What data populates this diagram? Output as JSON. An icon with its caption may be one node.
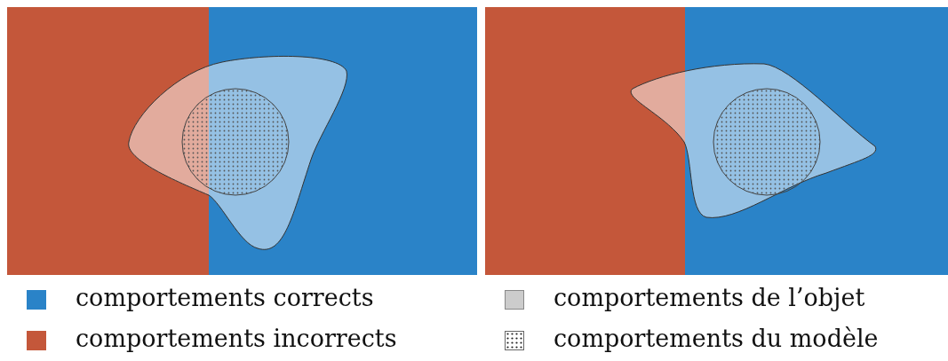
{
  "diagram": {
    "legend": [
      {
        "text": "comportements corrects",
        "color": "#2a83c8"
      },
      {
        "text": "comportements incorrects",
        "color": "#c4573a"
      },
      {
        "text": "comportements de l’objet",
        "color": "#cccccc"
      },
      {
        "text": "comportements du modèle"
      }
    ]
  }
}
